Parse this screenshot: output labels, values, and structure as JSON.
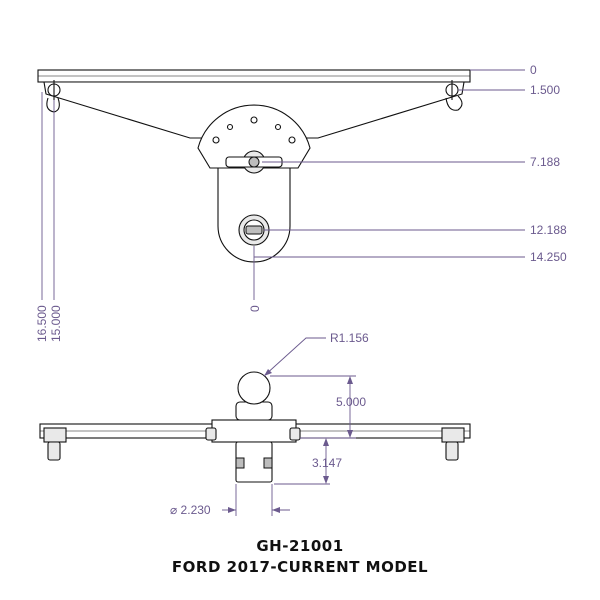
{
  "title": {
    "model": "GH-21001",
    "description": "FORD 2017-CURRENT MODEL"
  },
  "top_view": {
    "dims_right": [
      "0",
      "1.500",
      "7.188",
      "12.188",
      "14.250"
    ],
    "dims_left": [
      "16.500",
      "15.000",
      "0"
    ]
  },
  "side_view": {
    "radius_label": "R1.156",
    "height_label": "5.000",
    "shank_label": "3.147",
    "diameter_label": "⌀ 2.230"
  },
  "colors": {
    "dimension": "#6b5a8e",
    "line": "#111111"
  }
}
